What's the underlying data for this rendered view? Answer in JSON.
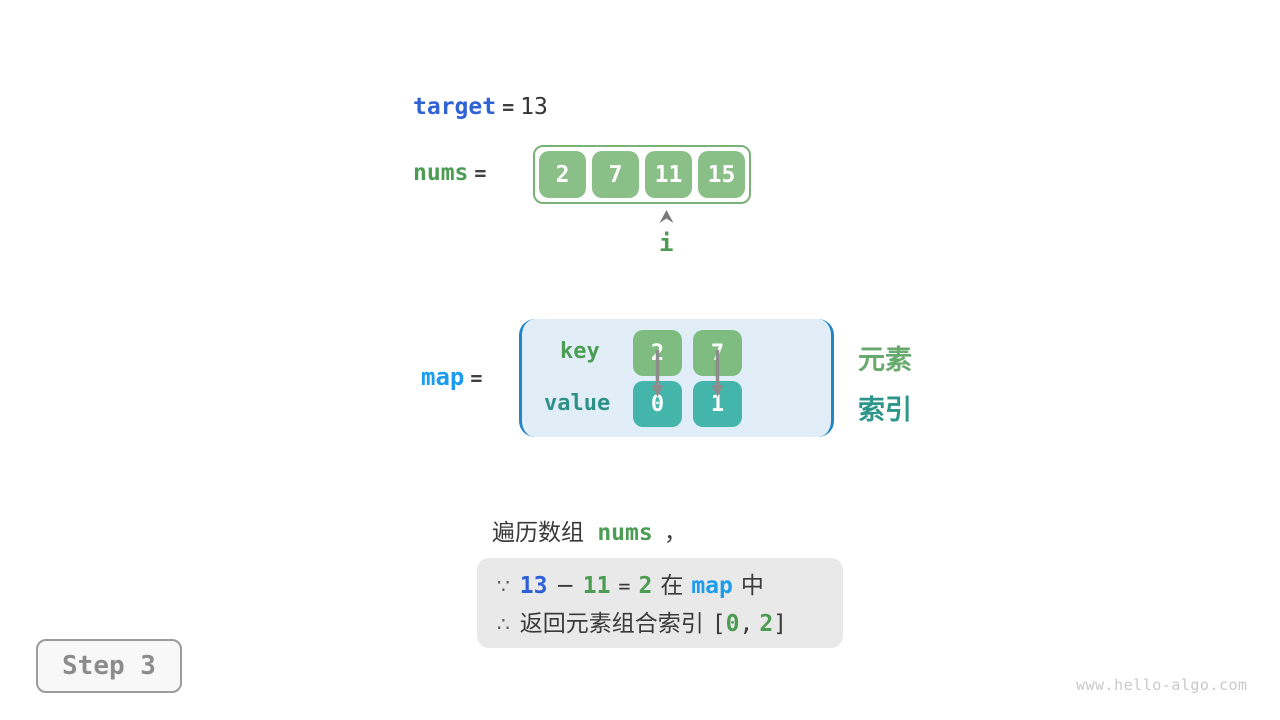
{
  "colors": {
    "keyword_blue": "#2f62d5",
    "map_blue": "#1b9ced",
    "code_green": "#4c9d53",
    "teal": "#2e9188",
    "cell_green": "#8abf88",
    "cell_teal": "#44b5aa",
    "map_box_border": "#2285c7",
    "map_box_fill": "#e1eef8",
    "conclusion_box_fill": "#e9e9e9"
  },
  "target_row": {
    "name": "target",
    "equals": "=",
    "value": "13"
  },
  "nums_row": {
    "name": "nums",
    "equals": "=",
    "cells": [
      "2",
      "7",
      "11",
      "15"
    ],
    "pointer": "i"
  },
  "map_row": {
    "name": "map",
    "equals": "=",
    "key_label": "key",
    "value_label": "value",
    "keys": [
      "2",
      "7"
    ],
    "values": [
      "0",
      "1"
    ],
    "key_annotation": "元素",
    "value_annotation": "索引"
  },
  "caption": {
    "prefix": "遍历数组",
    "code": "nums",
    "comma": "，"
  },
  "conclusion": {
    "because_symbol": "∵",
    "minuend": "13",
    "minus": "−",
    "subtrahend": "11",
    "equals": "=",
    "difference": "2",
    "mid_text": "在",
    "map_code": "map",
    "end_text": "中",
    "therefore_symbol": "∴",
    "result_text": "返回元素组合索引",
    "bracket_open": "[",
    "index_a": "0",
    "comma": ",",
    "index_b": "2",
    "bracket_close": "]"
  },
  "footer": {
    "step_label": "Step 3",
    "watermark": "www.hello-algo.com"
  }
}
